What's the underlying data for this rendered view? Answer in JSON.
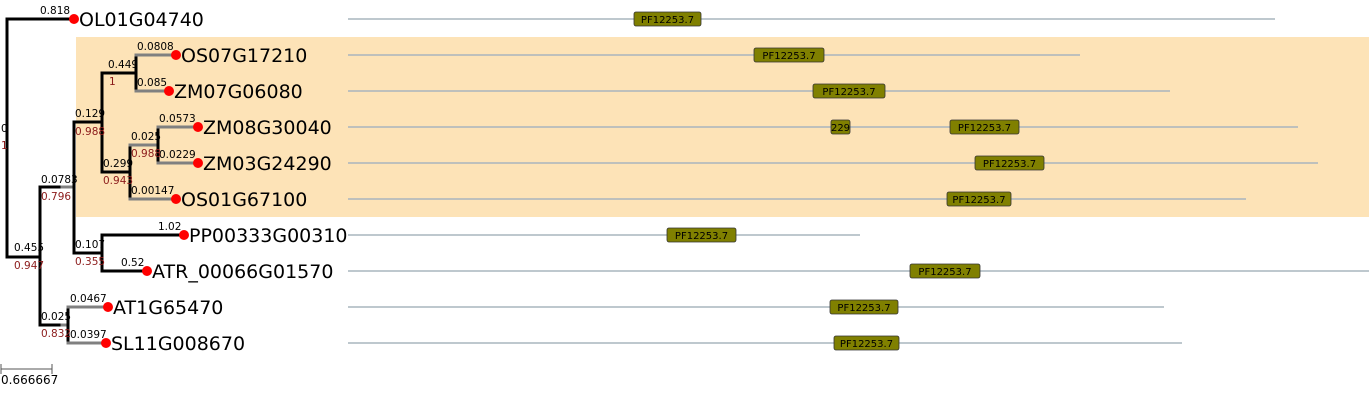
{
  "colors": {
    "highlight": "#fde3b7",
    "branch": "#000000",
    "dotted_branch": "#808080",
    "leaf_node": "#ff0000",
    "domain_fill": "#808000",
    "protein_line": "#a9b5bd",
    "support_text": "#8b1a1a"
  },
  "tree": {
    "leaves": [
      {
        "name": "OL01G04740"
      },
      {
        "name": "OS07G17210"
      },
      {
        "name": "ZM07G06080"
      },
      {
        "name": "ZM08G30040"
      },
      {
        "name": "ZM03G24290"
      },
      {
        "name": "OS01G67100"
      },
      {
        "name": "PP00333G00310"
      },
      {
        "name": "ATR_00066G01570"
      },
      {
        "name": "AT1G65470"
      },
      {
        "name": "SL11G008670"
      }
    ],
    "branch_labels": [
      {
        "text": "0.818"
      },
      {
        "text": "0.0808"
      },
      {
        "text": "0.449"
      },
      {
        "text": "0.085"
      },
      {
        "text": "0.0573"
      },
      {
        "text": "0.025"
      },
      {
        "text": "0.0229"
      },
      {
        "text": "0.00147"
      },
      {
        "text": "0.299"
      },
      {
        "text": "0.129"
      },
      {
        "text": "0.0783"
      },
      {
        "text": "1.02"
      },
      {
        "text": "0.107"
      },
      {
        "text": "0.52"
      },
      {
        "text": "0.455"
      },
      {
        "text": "0.0467"
      },
      {
        "text": "0.025"
      },
      {
        "text": "0.0397"
      },
      {
        "text": "0"
      }
    ],
    "support_labels": [
      {
        "text": "1"
      },
      {
        "text": "0.988"
      },
      {
        "text": "0.988"
      },
      {
        "text": "0.943"
      },
      {
        "text": "0.796"
      },
      {
        "text": "0.355"
      },
      {
        "text": "0.947"
      },
      {
        "text": "0.832"
      },
      {
        "text": "1"
      }
    ],
    "scale_bar": {
      "label": "0.666667"
    }
  },
  "domains": [
    {
      "label": "PF12253.7"
    },
    {
      "label": "PF12253.7"
    },
    {
      "label": "PF12253.7"
    },
    {
      "label": "229"
    },
    {
      "label": "PF12253.7"
    },
    {
      "label": "PF12253.7"
    },
    {
      "label": "PF12253.7"
    },
    {
      "label": "PF12253.7"
    },
    {
      "label": "PF12253.7"
    },
    {
      "label": "PF12253.7"
    },
    {
      "label": "PF12253.7"
    }
  ]
}
